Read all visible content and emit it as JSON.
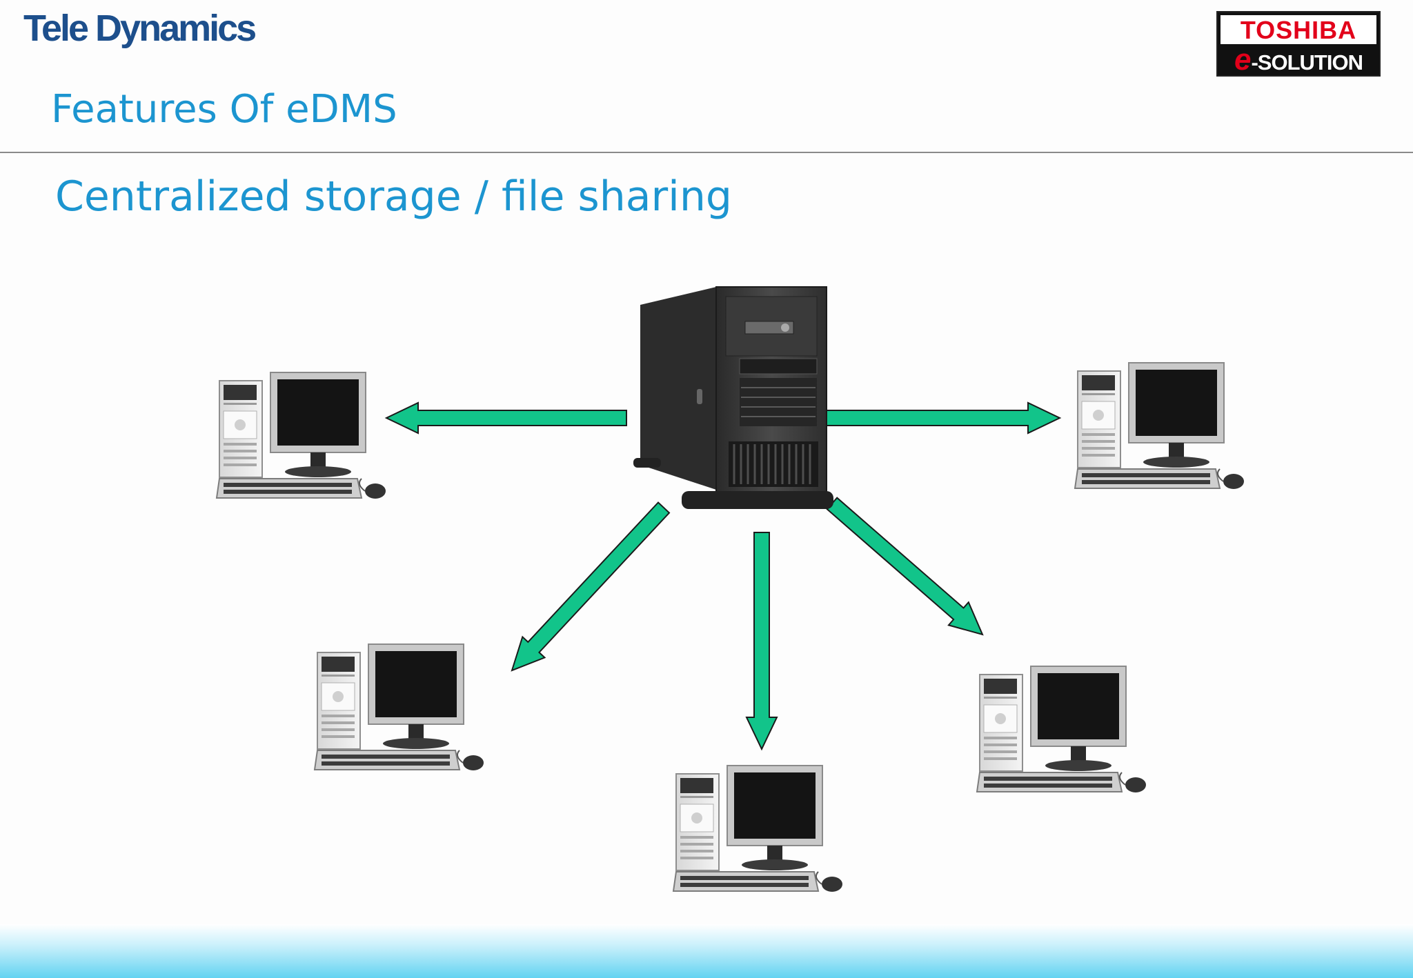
{
  "header": {
    "brand": "Tele Dynamics",
    "logo_top": "TOSHIBA",
    "logo_e": "e",
    "logo_bottom": "-SOLUTION"
  },
  "slide": {
    "title": "Features Of eDMS",
    "subtitle": "Centralized storage / file sharing"
  },
  "colors": {
    "title_blue": "#1c95d0",
    "brand_blue": "#1d4f8c",
    "arrow_fill": "#12c48a",
    "logo_red": "#e2001a"
  },
  "diagram": {
    "hub": {
      "icon": "server-tower-icon"
    },
    "nodes": [
      {
        "icon": "desktop-computer-icon"
      },
      {
        "icon": "desktop-computer-icon"
      },
      {
        "icon": "desktop-computer-icon"
      },
      {
        "icon": "desktop-computer-icon"
      },
      {
        "icon": "desktop-computer-icon"
      }
    ],
    "arrow_count": 5
  }
}
